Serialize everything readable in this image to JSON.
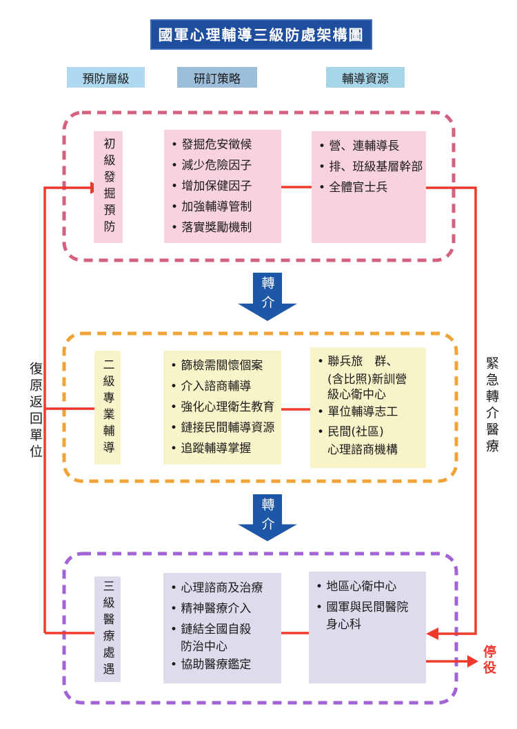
{
  "title": "國軍心理輔導三級防處架構圖",
  "column_headers": {
    "prevention_level": "預防層級",
    "strategy": "研訂策略",
    "resources": "輔導資源"
  },
  "tiers": [
    {
      "level_label": "初級發掘預防",
      "strategies": [
        "• 發掘危安徵候",
        "• 減少危險因子",
        "• 增加保健因子",
        "• 加強輔導管制",
        "• 落實獎勵機制"
      ],
      "resources": [
        "• 營、連輔導長",
        "• 排、班級基層幹部",
        "• 全體官士兵"
      ],
      "accent": "#d4627f",
      "fill": "#f8d2dd"
    },
    {
      "level_label": "二級專業輔導",
      "strategies": [
        "• 篩檢需關懷個案",
        "• 介入諮商輔導",
        "• 強化心理衛生教育",
        "• 鏈接民間輔導資源",
        "• 追蹤輔導掌握"
      ],
      "resources": [
        "• 聯兵旅　群、",
        "(含比照)新訓營",
        "級心衛中心",
        "• 單位輔導志工",
        "• 民間(社區)",
        "心理諮商機構"
      ],
      "accent": "#f0a336",
      "fill": "#f8f3c9"
    },
    {
      "level_label": "三級醫療處遇",
      "strategies": [
        "• 心理諮商及治療",
        "• 精神醫療介入",
        "• 鏈結全國自殺",
        "防治中心",
        "• 協助醫療鑑定"
      ],
      "resources": [
        "• 地區心衛中心",
        "• 國軍與民間醫院",
        "身心科"
      ],
      "accent": "#a263d6",
      "fill": "#dcdcec"
    }
  ],
  "transfer_arrow_label": "轉介",
  "side_labels": {
    "recovery_return": "復原返回單位",
    "emergency_referral": "緊急轉介醫療",
    "discharge": "停役"
  },
  "colors": {
    "title_bg": "#1f4e9e",
    "header_prevention_bg": "#aed9f0",
    "header_strategy_bg": "#9dbedb",
    "header_resources_bg": "#a7d5e8",
    "tier1_border": "#d4627f",
    "tier2_border": "#f0a336",
    "tier3_border": "#a263d6",
    "tier1_fill": "#f8d2dd",
    "tier2_fill": "#f8f3c9",
    "tier3_fill": "#dcdcec",
    "connector_red": "#ee392c",
    "transfer_arrow_blue": "#1e56a8"
  }
}
